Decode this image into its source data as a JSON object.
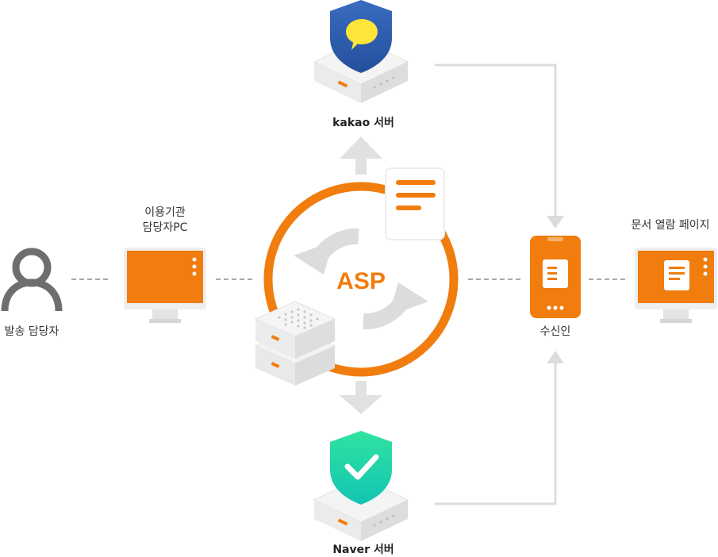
{
  "nodes": {
    "sender": {
      "label": "발송 담당자"
    },
    "pc": {
      "label_line1": "이용기관",
      "label_line2": "담당자PC"
    },
    "asp": {
      "label": "ASP"
    },
    "kakao": {
      "label": "kakao 서버"
    },
    "naver": {
      "label": "Naver 서버"
    },
    "recipient": {
      "label": "수신인"
    },
    "document_page": {
      "label": "문서 열람 페이지"
    }
  },
  "colors": {
    "orange": "#f07d0e",
    "kakao_shield": "#2e5caa",
    "kakao_bubble": "#fde53a",
    "naver_shield": "#1fd08f",
    "gray_arrow": "#dedede",
    "person": "#6e6e6e"
  },
  "icons": [
    "person-icon",
    "monitor-icon",
    "server-icon",
    "shield-chat-icon",
    "shield-check-icon",
    "smartphone-icon",
    "document-icon",
    "refresh-cycle-icon"
  ]
}
